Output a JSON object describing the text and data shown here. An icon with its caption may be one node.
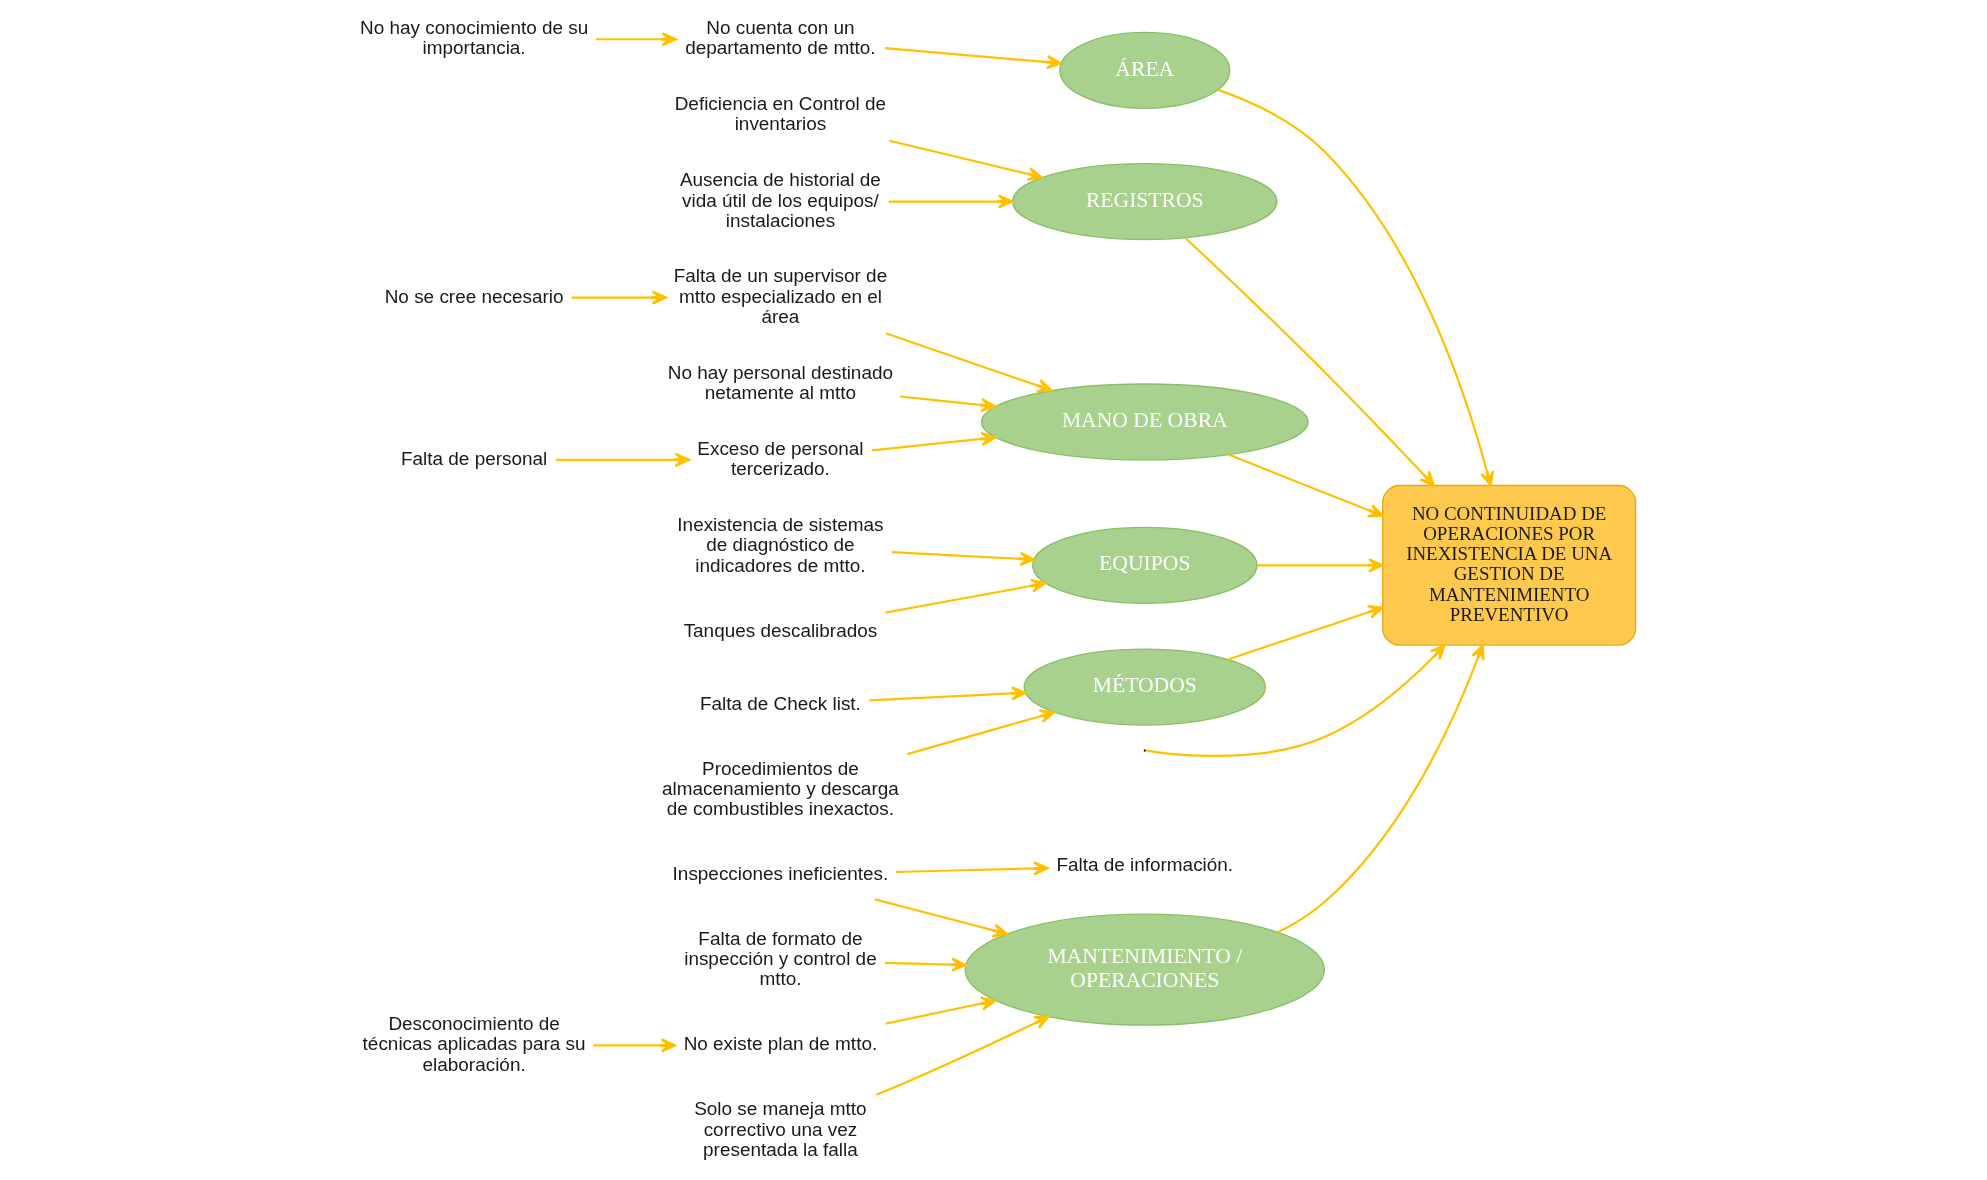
{
  "diagram": {
    "nodes": [
      {
        "text": [
          "MANTENIMIENTO / OPERACIONES"
        ]
      },
      {
        "text": [
          "ÁREA"
        ]
      },
      {
        "text": [
          "REGISTROS"
        ]
      },
      {
        "text": [
          "Inspecciones ineficientes."
        ]
      },
      {
        "text": [
          "Falta de formato de inspección y control de mtto."
        ]
      },
      {
        "text": [
          "No cuenta con un departamento de mtto."
        ]
      },
      {
        "text": [
          "Deficiencia en Control de inventarios"
        ]
      },
      {
        "text": [
          "Falta de información."
        ]
      },
      {
        "text": [
          "No existe plan de mtto."
        ]
      },
      {
        "text": [
          "Solo se maneja mtto correctivo una vez presentada la falla"
        ]
      },
      {
        "text": [
          "Ausencia de historial de vida útil de los equipos/ instalaciones"
        ]
      },
      {
        "text": [
          "Desconocimiento de técnicas aplicadas para su elaboración."
        ]
      },
      {
        "text": [
          "No hay conocimiento de su importancia."
        ]
      },
      {
        "text": [
          "NO CONTINUIDAD DE OPERACIONES POR INEXISTENCIA DE UNA GESTION DE MANTENIMIENTO PREVENTIVO"
        ]
      },
      {
        "text": [
          "Falta de un supervisor de mtto especializado en el área"
        ]
      },
      {
        "text": [
          "Inexistencia de sistemas de diagnóstico de indicadores de mtto."
        ]
      },
      {
        "text": [
          "Falta de Check list."
        ]
      },
      {
        "text": [
          "No se cree necesario"
        ]
      },
      {
        "text": [
          "Tanques descalibrados"
        ]
      },
      {
        "text": [
          "Procedimientos de almacenamiento y descarga de combustibles inexactos."
        ]
      },
      {
        "text": [
          "No hay personal destinado netamente al mtto"
        ]
      },
      {
        "text": [
          "Exceso de personal tercerizado."
        ]
      },
      {
        "text": [
          "Falta de personal"
        ]
      },
      {
        "text": [
          "MANO DE OBRA"
        ]
      },
      {
        "text": [
          "EQUIPOS"
        ]
      },
      {
        "text": [
          "MÉTODOS"
        ]
      }
    ],
    "edges": [
      {
        "from": null,
        "to": 13,
        "arrow": "to"
      },
      {
        "from": 0,
        "to": 13,
        "arrow": "to"
      },
      {
        "from": 1,
        "to": 13,
        "arrow": "to"
      },
      {
        "from": 2,
        "to": 13,
        "arrow": "to"
      },
      {
        "from": 23,
        "to": 13,
        "arrow": "to"
      },
      {
        "from": 24,
        "to": 13,
        "arrow": "to"
      },
      {
        "from": 25,
        "to": 13,
        "arrow": "to"
      },
      {
        "from": 3,
        "to": 0,
        "arrow": "to"
      },
      {
        "from": 3,
        "to": 7,
        "arrow": "to"
      },
      {
        "from": 8,
        "to": 0,
        "arrow": "to"
      },
      {
        "from": 11,
        "to": 8,
        "arrow": "to"
      },
      {
        "from": 4,
        "to": 0,
        "arrow": "to"
      },
      {
        "from": 9,
        "to": 0,
        "arrow": "to"
      },
      {
        "from": 5,
        "to": 1,
        "arrow": "to"
      },
      {
        "from": 12,
        "to": 5,
        "arrow": "to"
      },
      {
        "from": 6,
        "to": 2,
        "arrow": "to"
      },
      {
        "from": 10,
        "to": 2,
        "arrow": "to"
      },
      {
        "from": 14,
        "to": 23,
        "arrow": "to"
      },
      {
        "from": 17,
        "to": 14,
        "arrow": "to"
      },
      {
        "from": 20,
        "to": 23,
        "arrow": "to"
      },
      {
        "from": 21,
        "to": 23,
        "arrow": "to"
      },
      {
        "from": 22,
        "to": 21,
        "arrow": "to"
      },
      {
        "from": 15,
        "to": 24,
        "arrow": "to"
      },
      {
        "from": 18,
        "to": 24,
        "arrow": "to"
      },
      {
        "from": 16,
        "to": 25,
        "arrow": "to"
      },
      {
        "from": 19,
        "to": 25,
        "arrow": "to"
      }
    ]
  }
}
